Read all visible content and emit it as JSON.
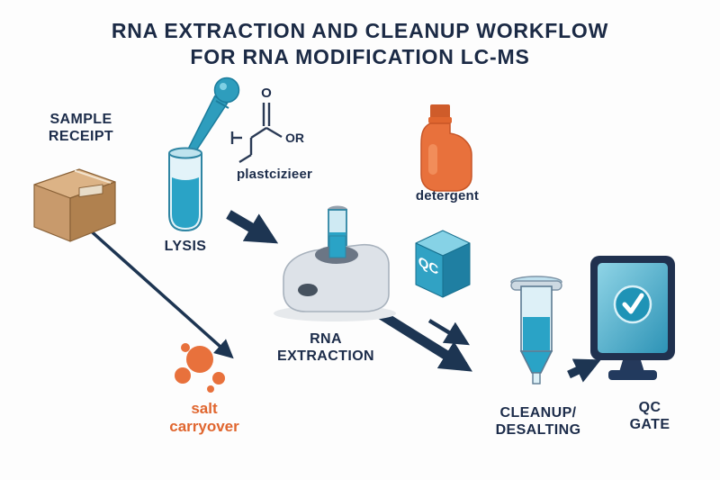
{
  "title": {
    "line1": "RNA EXTRACTION AND CLEANUP WORKFLOW",
    "line2": "FOR RNA MODIFICATION LC-MS"
  },
  "labels": {
    "sample_receipt_line1": "SAMPLE",
    "sample_receipt_line2": "RECEIPT",
    "lysis": "LYSIS",
    "plasticizer": "plastcizieer",
    "detergent": "detergent",
    "rna_extraction_line1": "RNA",
    "rna_extraction_line2": "EXTRACTION",
    "qc_cube": "QC",
    "salt_line1": "salt",
    "salt_line2": "carryover",
    "cleanup_line1": "CLEANUP/",
    "cleanup_line2": "DESALTING",
    "qc_gate_line1": "QC",
    "qc_gate_line2": "GATE"
  },
  "chem": {
    "atom_top": "O",
    "group_right": "OR"
  },
  "colors": {
    "navy": "#1d3552",
    "teal": "#2aa3c6",
    "orange": "#e8713c",
    "box_tan": "#c89a6c"
  }
}
